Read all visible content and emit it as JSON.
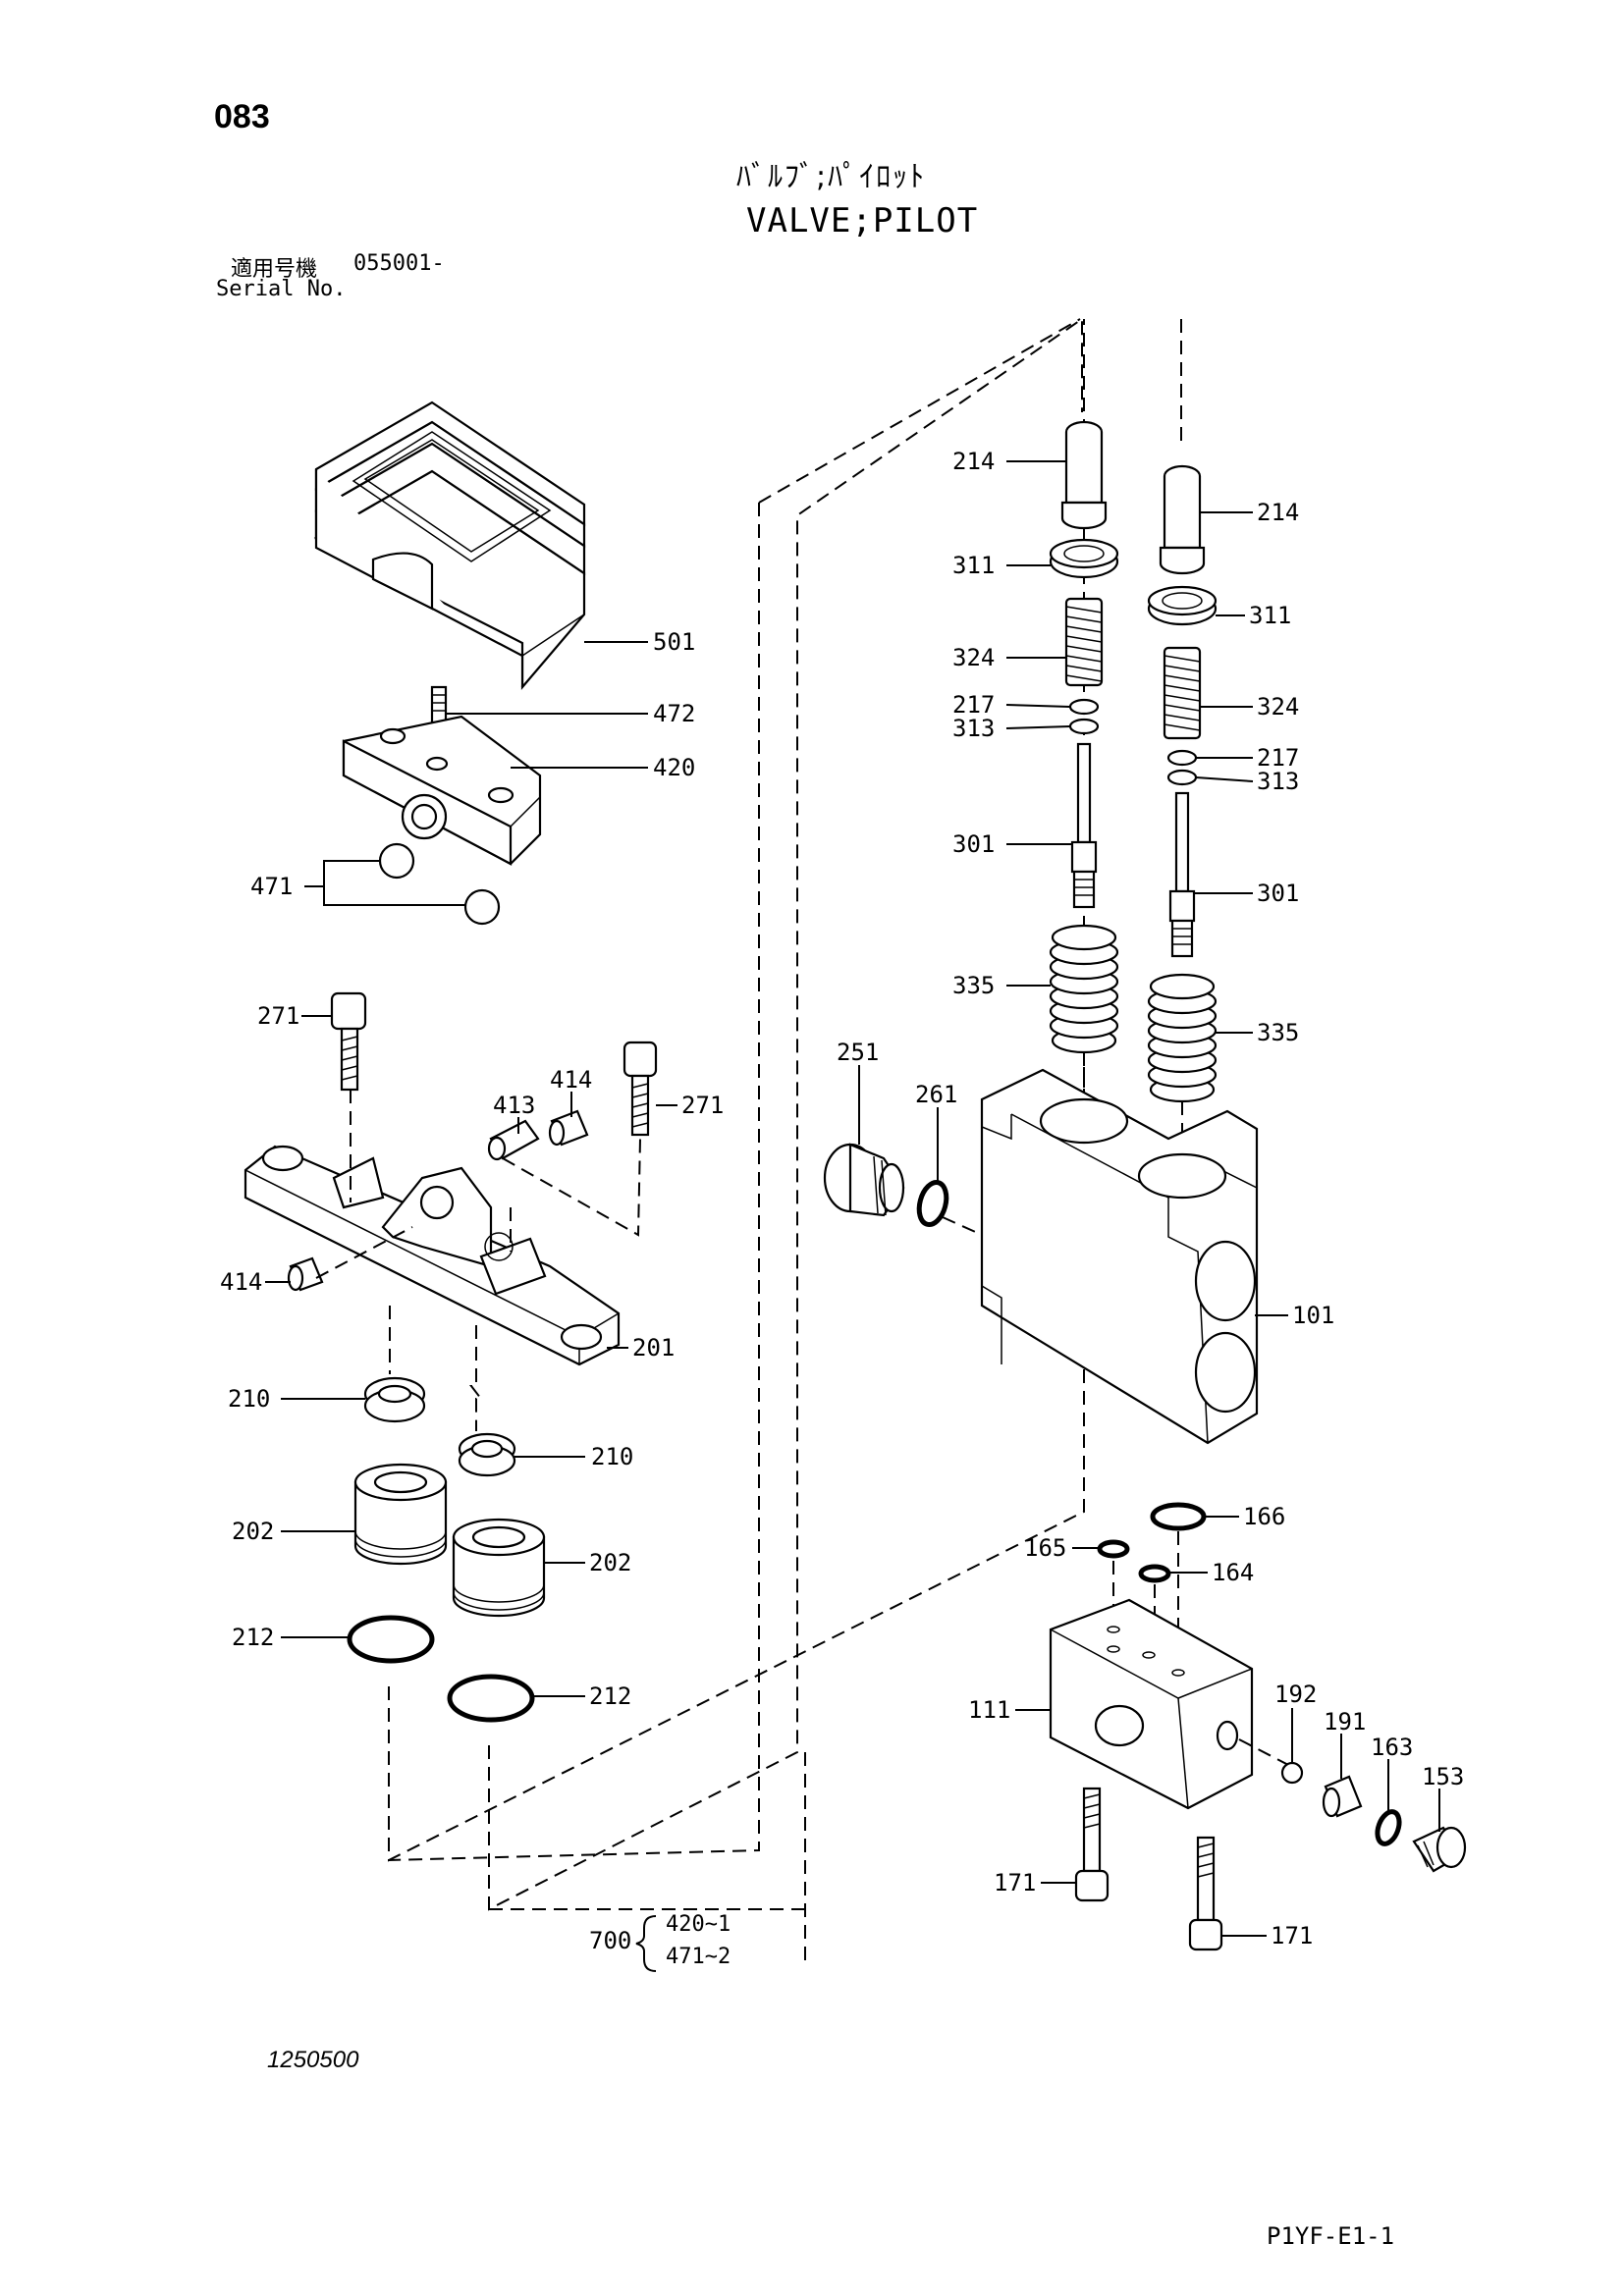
{
  "header": {
    "page_number": "083",
    "title_jp": "ﾊﾞﾙﾌﾞ;ﾊﾟｲﾛｯﾄ",
    "title_en": "VALVE;PILOT",
    "serial_label_jp": "適用号機",
    "serial_value": "055001-",
    "serial_label_en": "Serial No."
  },
  "parts": {
    "p214a": "214",
    "p214b": "214",
    "p311a": "311",
    "p311b": "311",
    "p324a": "324",
    "p324b": "324",
    "p217a": "217",
    "p217b": "217",
    "p313a": "313",
    "p313b": "313",
    "p301a": "301",
    "p301b": "301",
    "p335a": "335",
    "p335b": "335",
    "p251": "251",
    "p261": "261",
    "p101": "101",
    "p501": "501",
    "p472": "472",
    "p420": "420",
    "p471": "471",
    "p271a": "271",
    "p271b": "271",
    "p413": "413",
    "p414a": "414",
    "p414b": "414",
    "p201": "201",
    "p210a": "210",
    "p210b": "210",
    "p202a": "202",
    "p202b": "202",
    "p212a": "212",
    "p212b": "212",
    "p166": "166",
    "p165": "165",
    "p164": "164",
    "p111": "111",
    "p192": "192",
    "p191": "191",
    "p163": "163",
    "p153": "153",
    "p171a": "171",
    "p171b": "171"
  },
  "kit": {
    "number": "700",
    "line1": "420~1",
    "line2": "471~2"
  },
  "footer": {
    "drawing_number": "1250500",
    "document_code": "P1YF-E1-1"
  }
}
